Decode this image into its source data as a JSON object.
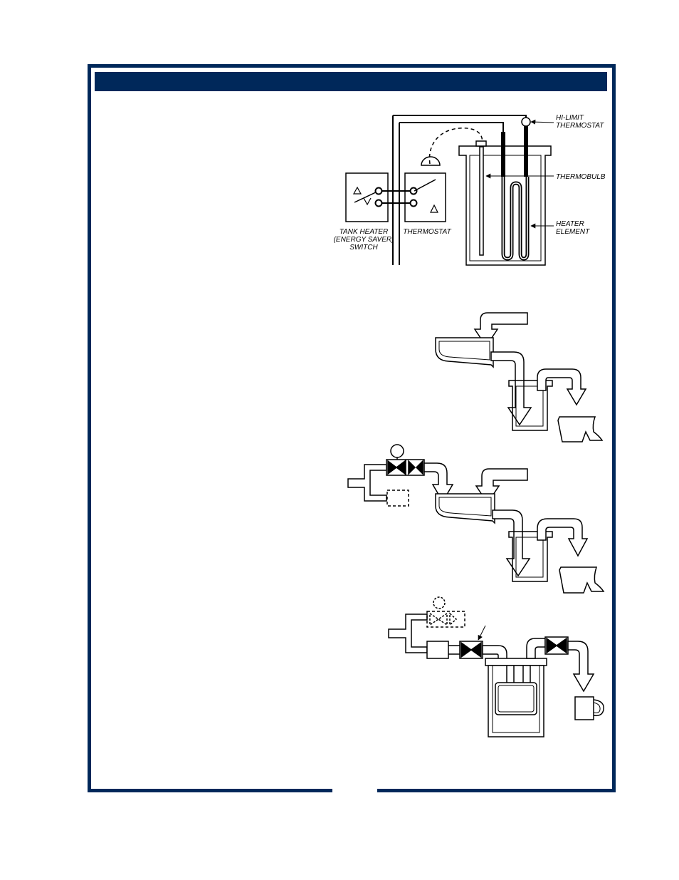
{
  "header": {
    "title": ""
  },
  "colors": {
    "border": "#00285a",
    "ink": "#000000",
    "paper": "#ffffff"
  },
  "diagram_heater": {
    "labels": {
      "hi_limit_line1": "HI-LIMIT",
      "hi_limit_line2": "THERMOSTAT",
      "thermobulb": "THERMOBULB",
      "heater_line1": "HEATER",
      "heater_line2": "ELEMENT",
      "tank_switch_line1": "TANK HEATER",
      "tank_switch_line2": "(ENERGY SAVER)",
      "tank_switch_line3": "SWITCH",
      "thermostat": "THERMOSTAT"
    }
  },
  "diagram_flow1": {
    "icons": [
      "inlet-arrow-icon",
      "spray-head-icon",
      "tank-icon",
      "outlet-arrow-icon",
      "decanter-icon"
    ]
  },
  "diagram_flow2": {
    "icons": [
      "solenoid-valve-icon",
      "spray-head-icon",
      "tank-icon",
      "decanter-icon"
    ]
  },
  "diagram_flow3": {
    "icons": [
      "solenoid-valve-icon",
      "flow-control-icon",
      "tank-icon",
      "dispense-valve-icon",
      "mug-icon"
    ]
  }
}
